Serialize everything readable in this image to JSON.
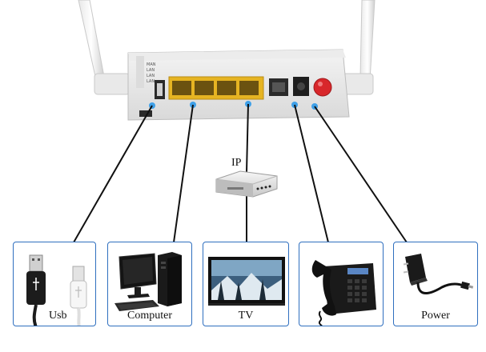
{
  "router": {
    "side_label_lines": [
      "MAN",
      "LAN",
      "LAN",
      "LAN"
    ]
  },
  "diagram": {
    "ip_label": "IP",
    "devices": [
      {
        "label": "Usb"
      },
      {
        "label": "Computer"
      },
      {
        "label": "TV"
      },
      {
        "label": ""
      },
      {
        "label": "Power"
      }
    ]
  },
  "colors": {
    "box_border": "#2f6fbf",
    "lan_port": "#e6b422",
    "port_led": "#3fa0e8",
    "power_button": "#d8272b",
    "cable": "#111111"
  }
}
